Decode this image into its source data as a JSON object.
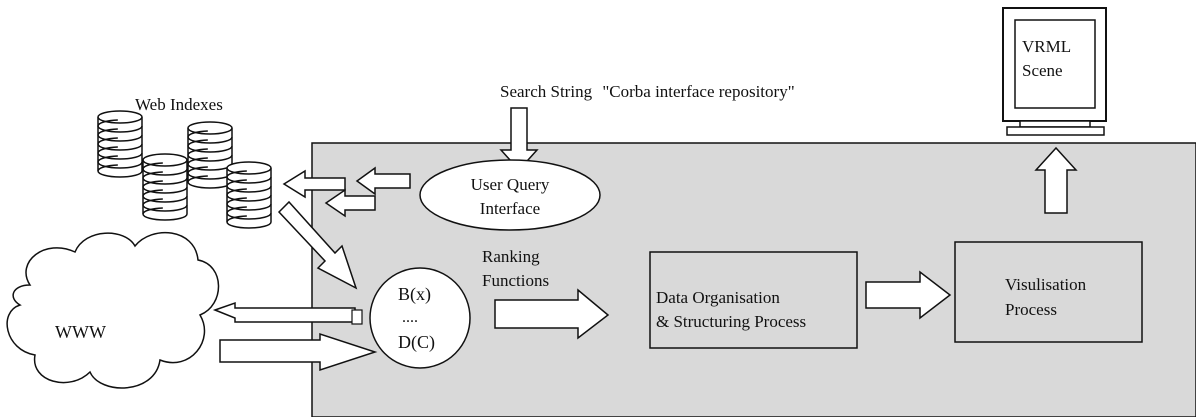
{
  "labels": {
    "web_indexes": "Web Indexes",
    "search_string": "Search String",
    "search_query": "\"Corba interface repository\"",
    "user_query_line1": "User Query",
    "user_query_line2": "Interface",
    "ranking_line1": "Ranking",
    "ranking_line2": "Functions",
    "www": "WWW",
    "circle_line1": "B(x)",
    "circle_line2": "....",
    "circle_line3": "D(C)",
    "data_org_line1": "Data Organisation",
    "data_org_line2": "& Structuring Process",
    "vis_line1": "Visulisation",
    "vis_line2": "Process",
    "vrml_line1": "VRML",
    "vrml_line2": "Scene"
  },
  "colors": {
    "panel_fill": "#d9d9d9",
    "stroke": "#111111",
    "background": "#ffffff"
  }
}
